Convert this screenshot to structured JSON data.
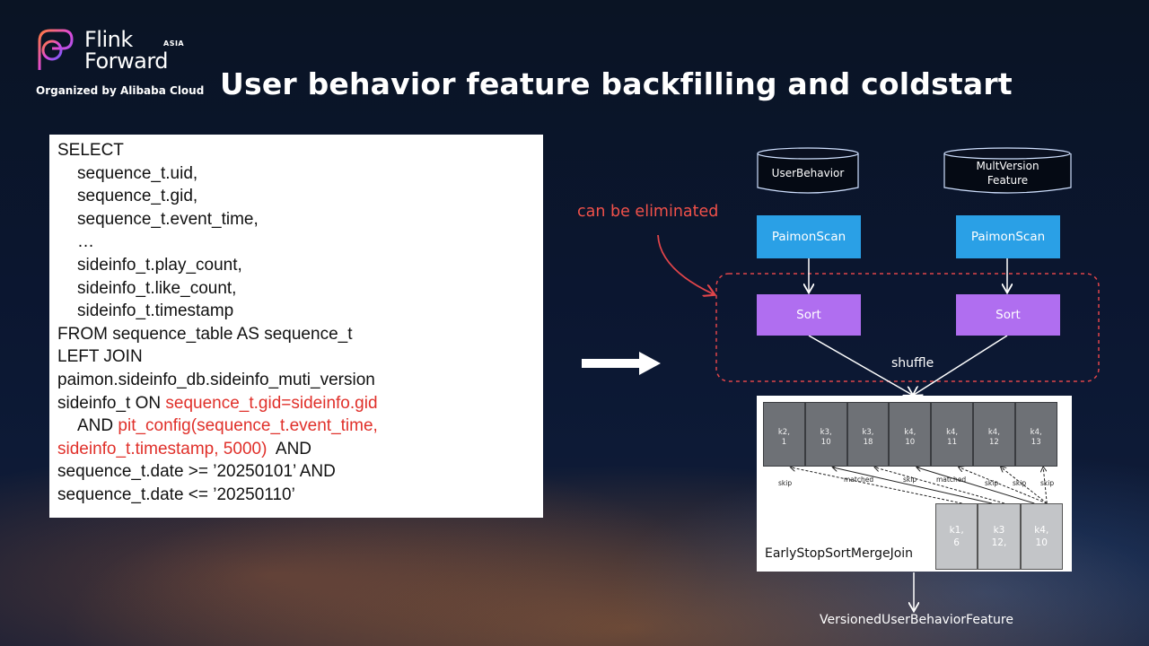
{
  "brand": {
    "line1": "Flink",
    "line2": "Forward",
    "region": "ASIA",
    "organizer": "Organized by Alibaba Cloud"
  },
  "title": "User behavior feature backfilling and coldstart",
  "sql": {
    "lines": [
      {
        "text": "SELECT"
      },
      {
        "text": "sequence_t.uid,"
      },
      {
        "text": "sequence_t.gid,"
      },
      {
        "text": "sequence_t.event_time,"
      },
      {
        "text": "…"
      },
      {
        "text": "sideinfo_t.play_count,"
      },
      {
        "text": "sideinfo_t.like_count,"
      },
      {
        "text": "sideinfo_t.timestamp"
      },
      {
        "text": "FROM sequence_table AS sequence_t"
      },
      {
        "text": "LEFT JOIN"
      },
      {
        "text": "paimon.sideinfo_db.sideinfo_muti_version"
      },
      {
        "prefix": "sideinfo_t ON ",
        "highlight": "sequence_t.gid=sideinfo.gid"
      },
      {
        "prefix": "AND ",
        "highlight": "pit_config(sequence_t.event_time,"
      },
      {
        "highlight": "sideinfo_t.timestamp, 5000)",
        "suffix": "  AND"
      },
      {
        "text": "sequence_t.date >= ’20250101’  AND"
      },
      {
        "text": "sequence_t.date <= ’20250110’"
      }
    ]
  },
  "diagram": {
    "sources": [
      {
        "label": "UserBehavior"
      },
      {
        "label": "MultVersion Feature",
        "line1": "MultVersion",
        "line2": "Feature"
      }
    ],
    "scan_label": "PaimonScan",
    "sort_label": "Sort",
    "annotation": "can be eliminated",
    "shuffle_label": "shuffle",
    "join": {
      "name": "EarlyStopSortMergeJoin",
      "left_cells": [
        {
          "k": "k2,",
          "v": "1"
        },
        {
          "k": "k3,",
          "v": "10"
        },
        {
          "k": "k3,",
          "v": "18"
        },
        {
          "k": "k4,",
          "v": "10"
        },
        {
          "k": "k4,",
          "v": "11"
        },
        {
          "k": "k4,",
          "v": "12"
        },
        {
          "k": "k4,",
          "v": "13"
        }
      ],
      "right_cells": [
        {
          "k": "k1,",
          "v": "6"
        },
        {
          "k": "k3",
          "v": "12,"
        },
        {
          "k": "k4,",
          "v": "10"
        }
      ],
      "edge_labels": [
        "skip",
        "matched",
        "skip",
        "matched",
        "skip",
        "skip",
        "skip"
      ]
    },
    "output_label": "VersionedUserBehaviorFeature"
  },
  "colors": {
    "scan": "#2aa0e6",
    "sort": "#b06ef0",
    "highlight": "#e0302a",
    "annotation": "#f0514a"
  }
}
